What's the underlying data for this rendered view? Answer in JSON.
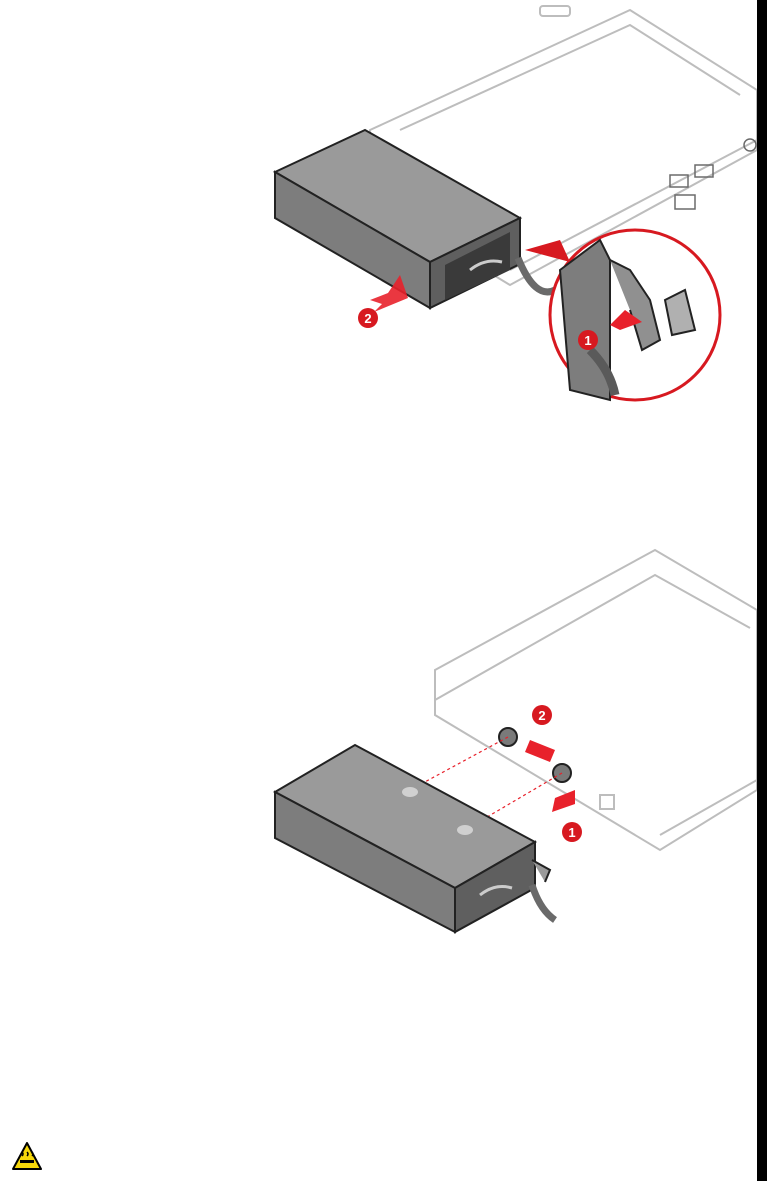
{
  "figure_removal": {
    "step_1": "1",
    "step_2": "2"
  },
  "figure_install": {
    "step_1": "1",
    "step_2": "2"
  },
  "colors": {
    "accent_red": "#d71920",
    "arrow_red": "#e8212b",
    "body_gray": "#8a8a8a",
    "outline_light": "#bdbdbd",
    "warning_yellow": "#f6d70a"
  },
  "warning": {
    "icon": "hot-surface-warning-icon"
  }
}
